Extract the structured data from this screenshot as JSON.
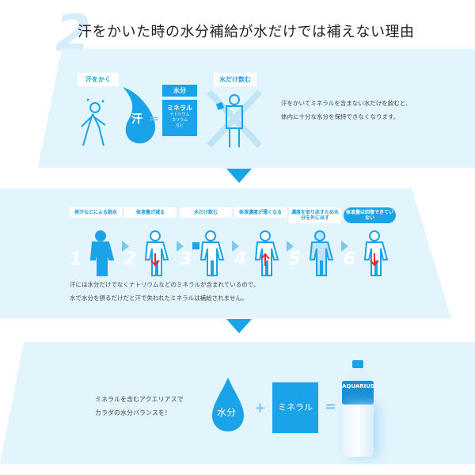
{
  "section_number": "2",
  "title": "汗をかいた時の水分補給が水だけでは補えない理由",
  "colors": {
    "accent": "#1aa3e8",
    "panel": "#e2f4fc",
    "arrow_red": "#e8262b"
  },
  "panel1": {
    "tag_sweat": "汗をかく",
    "drop_label": "汗",
    "equals": "=",
    "water_label": "水分",
    "mineral_label": "ミネラル",
    "mineral_examples": [
      "ナトリウム",
      "カリウム",
      "など"
    ],
    "tag_water_only": "水だけ飲む",
    "description": [
      "汗をかいてミネラルを含まない水だけを飲むと、",
      "体内に十分な水分を保持できなくなります。"
    ]
  },
  "panel2": {
    "steps": [
      {
        "num": "1",
        "label": "発汗などによる脱水"
      },
      {
        "num": "2",
        "label": "体液量が減る"
      },
      {
        "num": "3",
        "label": "水だけ飲む"
      },
      {
        "num": "4",
        "label": "体液濃度が薄くなる"
      },
      {
        "num": "5",
        "label": "濃度を取り戻すため水分を外に出す"
      },
      {
        "num": "6",
        "label": "体液量は回復できていない"
      }
    ],
    "description": [
      "汗には水分だけでなくナトリウムなどのミネラルが含まれているので、",
      "水で水分を摂るだけだと汗で失われたミネラルは補給されません。"
    ]
  },
  "panel3": {
    "description": [
      "ミネラルを含むアクエリアスで",
      "カラダの水分バランスを！"
    ],
    "drop_label": "水分",
    "plus": "+",
    "mineral_label": "ミネラル",
    "equals": "=",
    "product_logo": "AQUARIUS"
  }
}
